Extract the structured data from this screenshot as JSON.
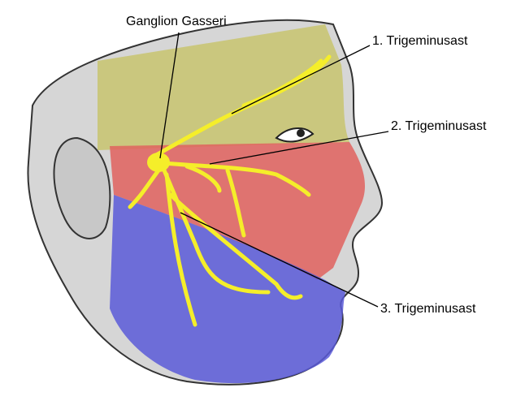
{
  "labels": {
    "ganglion": "Ganglion Gasseri",
    "branch1": "1. Trigeminusast",
    "branch2": "2. Trigeminusast",
    "branch3": "3. Trigeminusast"
  },
  "colors": {
    "branch1_region": "#c8c46e",
    "branch2_region": "#e0625e",
    "branch3_region": "#5a5ad8",
    "nerve": "#f5ee2a",
    "skin": "#d4d4d4"
  }
}
